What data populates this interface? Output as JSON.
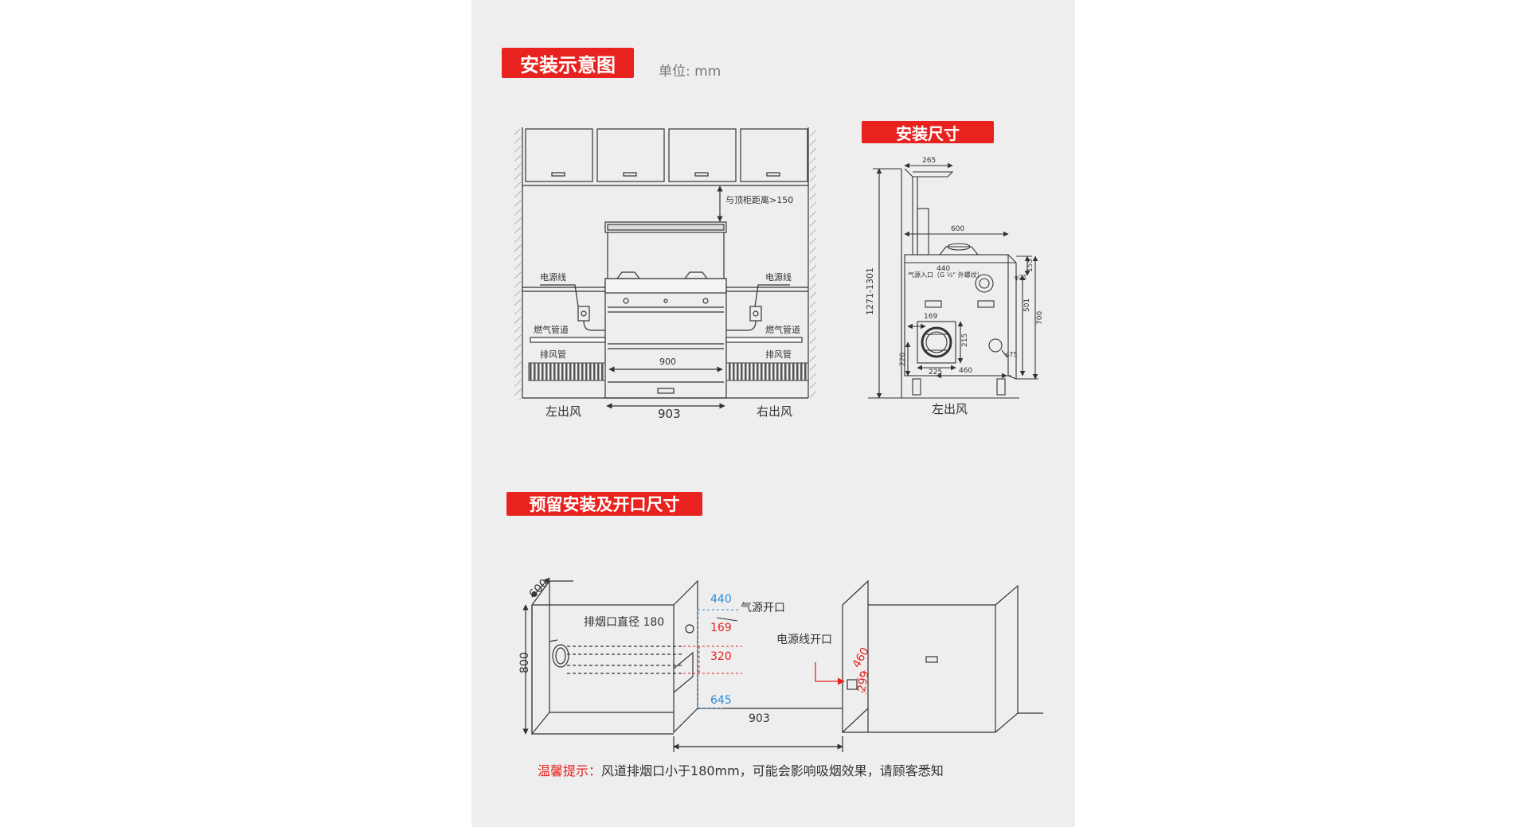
{
  "colors": {
    "red": "#e8231f",
    "blue": "#2a8ad6",
    "line": "#333333",
    "panel": "#eeeeee"
  },
  "headers": {
    "schematic": "安装示意图",
    "unit": "单位: mm",
    "dimensions": "安装尺寸",
    "opening": "预留安装及开口尺寸"
  },
  "front": {
    "top_clearance": "与顶柜距离>150",
    "power_left": "电源线",
    "power_right": "电源线",
    "gas_left": "燃气管道",
    "gas_right": "燃气管道",
    "exhaust_left": "排风管",
    "exhaust_right": "排风管",
    "inner_width": "900",
    "outer_width": "903",
    "left_outlet": "左出风",
    "right_outlet": "右出风"
  },
  "side": {
    "d265": "265",
    "d600": "600",
    "d440": "440",
    "gas_inlet": "气源入口（G ½\" 外螺纹）",
    "d155": "155",
    "d501": "501",
    "d700": "700",
    "d169": "169",
    "d215": "215",
    "d220": "220",
    "d225": "225",
    "d460": "460",
    "dphi21": "φ21",
    "dphi75": "φ75",
    "height_range": "1271-1301",
    "left_outlet": "左出风"
  },
  "cabinet": {
    "d600": "600",
    "d800": "800",
    "exhaust_diameter": "排烟口直径 180",
    "b440": "440",
    "r169": "169",
    "r320": "320",
    "b645": "645",
    "gas_opening": "气源开口",
    "power_opening": "电源线开口",
    "r460": "460",
    "r299": "299",
    "d903": "903"
  },
  "tip": {
    "label": "温馨提示：",
    "text": "风道排烟口小于180mm，可能会影响吸烟效果，请顾客悉知"
  }
}
